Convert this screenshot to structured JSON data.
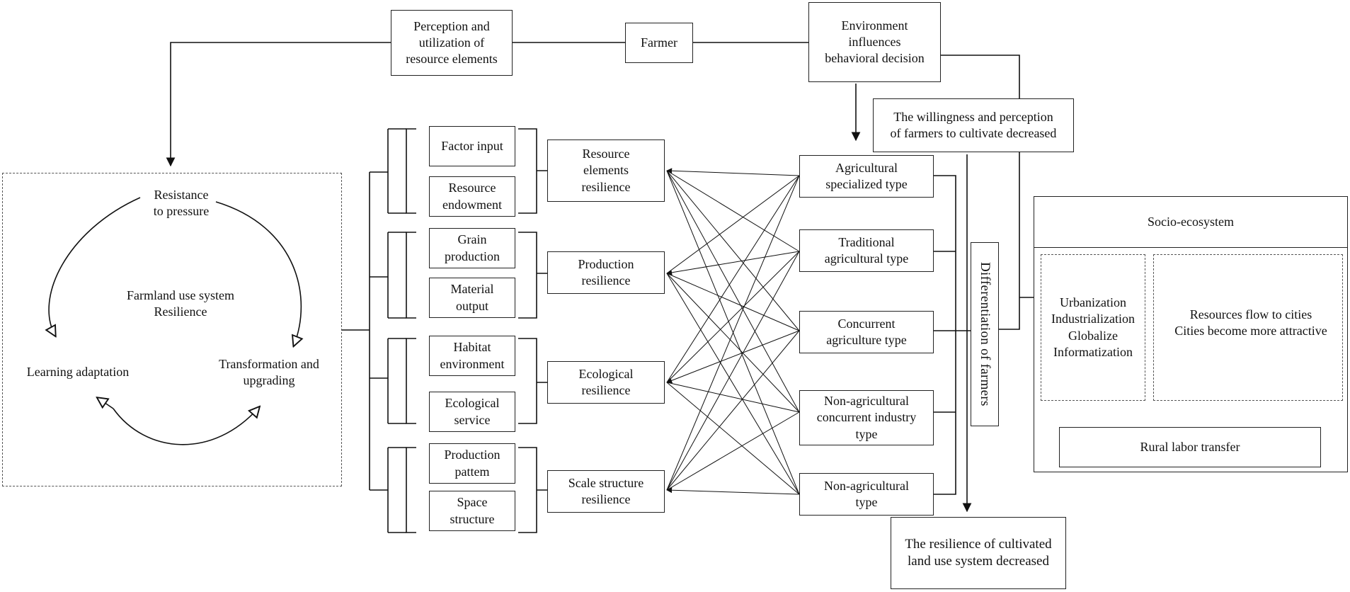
{
  "top": {
    "perception": "Perception and\nutilization of\nresource elements",
    "farmer": "Farmer",
    "environment": "Environment\ninfluences\nbehavioral decision",
    "willingness": "The willingness and perception\nof farmers to cultivate decreased"
  },
  "cycle": {
    "resistance": "Resistance\nto pressure",
    "center": "Farmland use system\nResilience",
    "learning": "Learning adaptation",
    "transformation": "Transformation and\nupgrading"
  },
  "factors": [
    "Factor input",
    "Resource\nendowment",
    "Grain\nproduction",
    "Material\noutput",
    "Habitat\nenvironment",
    "Ecological\nservice",
    "Production\npattem",
    "Space\nstructure"
  ],
  "resilience": [
    "Resource\nelements\nresilience",
    "Production\nresilience",
    "Ecological\nresilience",
    "Scale structure\nresilience"
  ],
  "farmer_types": [
    "Agricultural\nspecialized type",
    "Traditional\nagricultural type",
    "Concurrent\nagriculture type",
    "Non-agricultural\nconcurrent industry\ntype",
    "Non-agricultural\ntype"
  ],
  "differentiation": "Differentiation of farmers",
  "outcome": "The resilience of cultivated\nland use system decreased",
  "socio": {
    "title": "Socio-ecosystem",
    "drivers": "Urbanization\nIndustrialization\nGlobalize\nInformatization",
    "flow": "Resources flow to cities\nCities become more attractive",
    "labor": "Rural labor transfer"
  }
}
